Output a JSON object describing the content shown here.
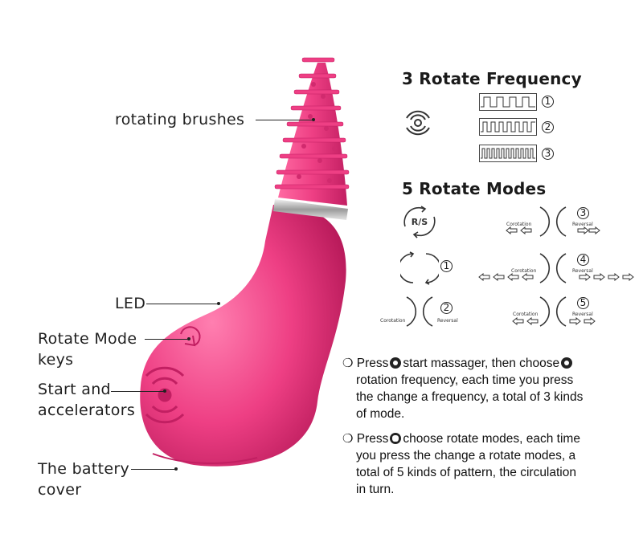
{
  "labels": {
    "rotating_brushes": "rotating brushes",
    "led": "LED",
    "rotate_mode_keys_line1": "Rotate Mode",
    "rotate_mode_keys_line2": "keys",
    "start_line1": "Start and",
    "start_line2": "accelerators",
    "battery_line1": "The battery",
    "battery_line2": "cover"
  },
  "frequency": {
    "title": "3 Rotate Frequency",
    "items": [
      {
        "num": "1"
      },
      {
        "num": "2"
      },
      {
        "num": "3"
      }
    ]
  },
  "modes": {
    "title": "5 Rotate Modes",
    "rs_label": "R/S",
    "mode1": {
      "num": "1"
    },
    "mode2": {
      "num": "2",
      "left": "Corotation",
      "right": "Reversal"
    },
    "mode3": {
      "num": "3",
      "left": "Corotation",
      "right": "Reversal"
    },
    "mode4": {
      "num": "4",
      "left": "Corotation",
      "right": "Reversal"
    },
    "mode5": {
      "num": "5",
      "left": "Corotation",
      "right": "Reversal"
    }
  },
  "instructions": {
    "p1_a": "Press",
    "p1_b": "start massager, then choose",
    "p1_line2": "rotation frequency, each time you press",
    "p1_line3": "the change a frequency, a total of 3 kinds",
    "p1_line4": "of mode.",
    "p2_a": "Press",
    "p2_b": "choose rotate modes, each time",
    "p2_line2": "you press the change a rotate modes, a",
    "p2_line3": "total of 5 kinds of pattern, the circulation",
    "p2_line4": "in turn."
  },
  "colors": {
    "body_pink": "#ee3f84",
    "body_dark": "#c9256a",
    "body_light": "#ff86b4",
    "ring": "#c8c8c8"
  }
}
